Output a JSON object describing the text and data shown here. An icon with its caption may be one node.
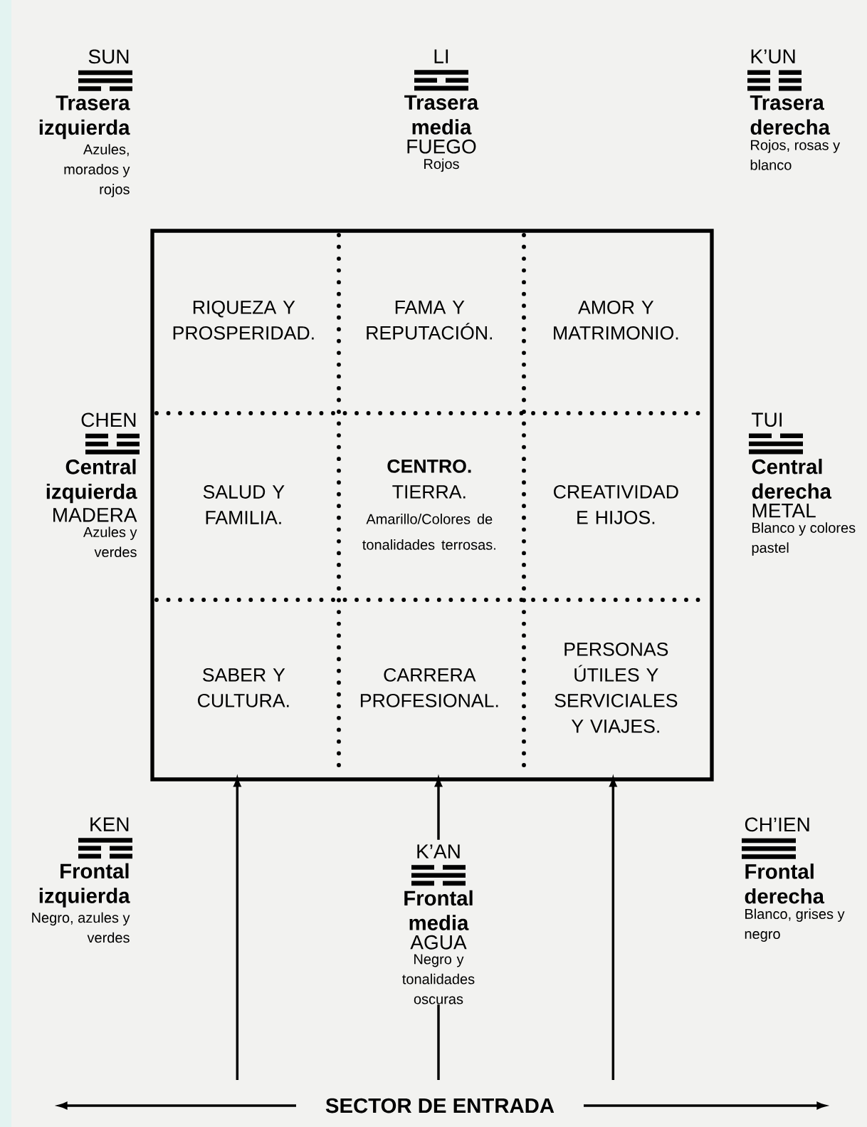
{
  "diagram": {
    "nodes": [
      {
        "text": [],
        "shape": "box"
      },
      {
        "text": [
          "RIQUEZA Y PROSPERIDAD."
        ],
        "in": 0
      },
      {
        "text": [
          "FAMA Y REPUTACIÓN."
        ],
        "in": 0
      },
      {
        "text": [
          "AMOR Y MATRIMONIO."
        ],
        "in": 0
      },
      {
        "text": [
          "SALUD Y FAMILIA."
        ],
        "in": 0
      },
      {
        "text": [
          "CENTRO.",
          "TIERRA.",
          "Amarillo/Colores de tonalidades terrosas."
        ],
        "in": 0
      },
      {
        "text": [
          "CREATIVIDAD E HIJOS."
        ],
        "in": 0
      },
      {
        "text": [
          "SABER Y CULTURA."
        ],
        "in": 0
      },
      {
        "text": [
          "CARRERA PROFESIONAL."
        ],
        "in": 0
      },
      {
        "text": [
          "PERSONAS ÚTILES Y SERVICIALES Y VIAJES."
        ],
        "in": 0
      },
      {
        "text": [
          "K’AN",
          "Frontal media",
          "AGUA",
          "Negro y tonalidades oscuras"
        ]
      }
    ],
    "edges": [
      {
        "from": null,
        "to": 7,
        "arrow": "to"
      },
      {
        "from": null,
        "to": 10,
        "arrow": "none"
      },
      {
        "from": 10,
        "to": 8,
        "arrow": "to"
      },
      {
        "from": null,
        "to": 9,
        "arrow": "to"
      }
    ],
    "labels": [
      "SUN",
      "Trasera izquierda",
      "Azules, morados y rojos",
      "LI",
      "Trasera media",
      "FUEGO",
      "Rojos",
      "K’UN",
      "Trasera derecha",
      "Rojos, rosas y blanco",
      "CHEN",
      "Central izquierda",
      "MADERA",
      "Azules y verdes",
      "TUI",
      "Central derecha",
      "METAL",
      "Blanco y colores pastel",
      "KEN",
      "Frontal izquierda",
      "Negro, azules y verdes",
      "CH’IEN",
      "Frontal derecha",
      "Blanco, grises y negro",
      "SECTOR DE ENTRADA"
    ]
  }
}
